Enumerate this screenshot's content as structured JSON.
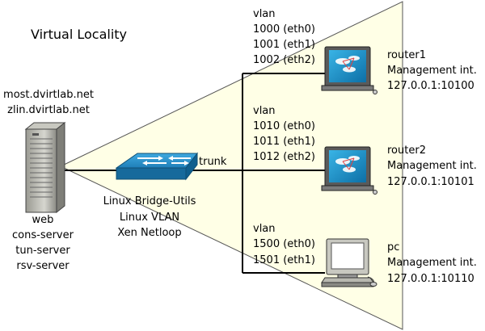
{
  "title": "Virtual Locality",
  "server": {
    "hosts": [
      "most.dvirtlab.net",
      "zlin.dvirtlab.net"
    ],
    "services": [
      "web",
      "cons-server",
      "tun-server",
      "rsv-server"
    ]
  },
  "switch": {
    "labels": [
      "Linux Bridge-Utils",
      "Linux VLAN",
      "Xen Netloop"
    ],
    "trunk_label": "trunk"
  },
  "devices": [
    {
      "name": "router1",
      "mgmt_label": "Management int.",
      "mgmt_addr": "127.0.0.1:10100",
      "vlan_title": "vlan",
      "vlans": [
        "1000 (eth0)",
        "1001 (eth1)",
        "1002 (eth2)"
      ]
    },
    {
      "name": "router2",
      "mgmt_label": "Management int.",
      "mgmt_addr": "127.0.0.1:10101",
      "vlan_title": "vlan",
      "vlans": [
        "1010 (eth0)",
        "1011 (eth1)",
        "1012 (eth2)"
      ]
    },
    {
      "name": "pc",
      "mgmt_label": "Management int.",
      "mgmt_addr": "127.0.0.1:10110",
      "vlan_title": "vlan",
      "vlans": [
        "1500 (eth0)",
        "1501 (eth1)"
      ]
    }
  ],
  "colors": {
    "locality_fill": "#ffffe6",
    "switch_blue": "#1f7fb8",
    "router_screen": "#1393c8",
    "line": "#000000"
  }
}
